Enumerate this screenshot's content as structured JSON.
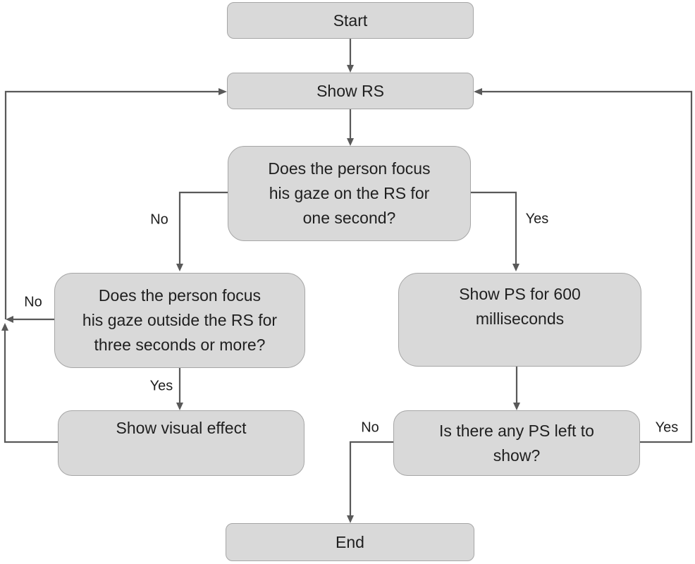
{
  "diagram": {
    "type": "flowchart",
    "nodes": {
      "start": {
        "label": "Start"
      },
      "show_rs": {
        "label": "Show RS"
      },
      "gaze_on_rs": {
        "label": "Does the person focus\nhis gaze on the RS for\none second?"
      },
      "gaze_outside_rs": {
        "label": "Does the person focus\nhis gaze outside the RS for\nthree seconds or more?"
      },
      "show_ps": {
        "label": "Show PS for 600\nmilliseconds"
      },
      "show_visual_effect": {
        "label": "Show visual effect"
      },
      "ps_left": {
        "label": "Is there any PS left to\nshow?"
      },
      "end": {
        "label": "End"
      }
    },
    "edge_labels": {
      "gaze_on_rs_no": "No",
      "gaze_on_rs_yes": "Yes",
      "gaze_outside_rs_no": "No",
      "gaze_outside_rs_yes": "Yes",
      "ps_left_no": "No",
      "ps_left_yes": "Yes"
    },
    "colors": {
      "background": "#ffffff",
      "node_fill": "#d9d9d9",
      "node_border": "#a6a6a6",
      "connector": "#595959",
      "text": "#1f1f1f"
    }
  }
}
